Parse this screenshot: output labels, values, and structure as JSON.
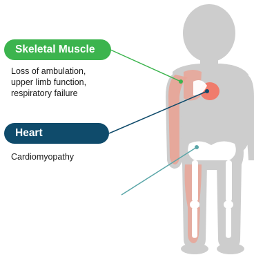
{
  "labels": {
    "skeletal": {
      "title": "Skeletal Muscle",
      "desc_lines": [
        "Loss of ambulation,",
        "upper limb function,",
        "respiratory failure"
      ],
      "color": "#3cb44e"
    },
    "heart": {
      "title": "Heart",
      "desc": "Cardiomyopathy",
      "color": "#0f4b6b"
    }
  },
  "colors": {
    "body_silhouette": "#cdcdcd",
    "muscle": "#e9a496",
    "heart_organ": "#f07c6c",
    "bone": "#ffffff",
    "third_connector": "#5aa6a8"
  }
}
